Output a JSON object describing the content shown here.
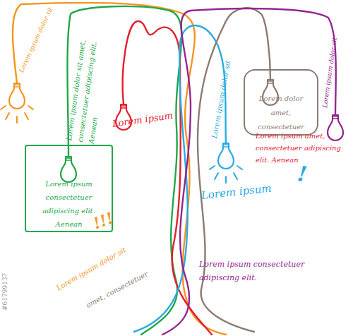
{
  "diagram": {
    "nodes": [
      {
        "text": [
          "Lorem dolor amet, consectetuer"
        ]
      },
      {
        "text": [
          "Lorem ipsum consectetuer adipiscing elit. Aenean"
        ]
      }
    ],
    "labels": [
      "Lorem ipsum dolor sit",
      "Lorem ipsum dolor sit amet, consectetuer adipiscing elit. Aenean",
      "Lorem ipsum",
      "Lorem ipsum dolor sit",
      "Lorem ipsum dolor sit",
      "Lorem ipsum amet, consectetuer adipiscing elit. Aenean",
      "Lorem ipsum",
      "!",
      "!!!",
      "Lorem ipsum dolor sit",
      "amet, consectetuer",
      "Lorem ipsum consectetuer adipiscing elit.",
      "#61799137"
    ]
  }
}
